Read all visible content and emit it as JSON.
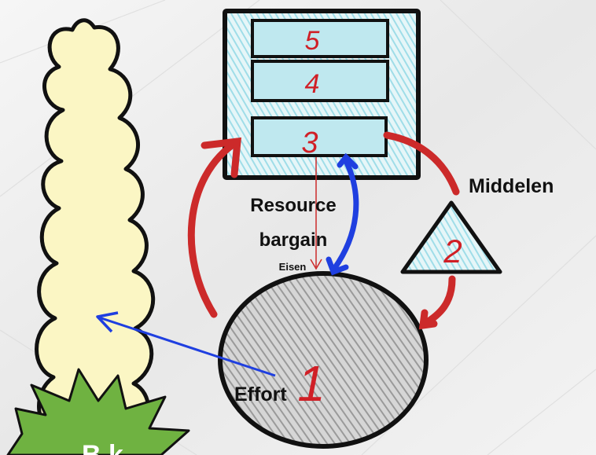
{
  "boxes": {
    "box5": {
      "number": "5"
    },
    "box4": {
      "number": "4"
    },
    "box3": {
      "number": "3"
    }
  },
  "triangle": {
    "number": "2"
  },
  "circle": {
    "number": "1"
  },
  "labels": {
    "middelen": "Middelen",
    "resource_line1": "Resource",
    "resource_line2": "bargain",
    "eisen": "Eisen",
    "effort": "Effort",
    "burst_partial": "B        k"
  },
  "colors": {
    "red_arrow": "#cc2a2a",
    "blue_arrow": "#1f3fe0",
    "cloud_fill": "#fbf6c4",
    "box_fill": "#bfe8ef",
    "triangle_fill": "#bfe8ef",
    "circle_scribble": "#9a9a9a",
    "burst": "#6fb241",
    "number_red": "#d01f26"
  }
}
